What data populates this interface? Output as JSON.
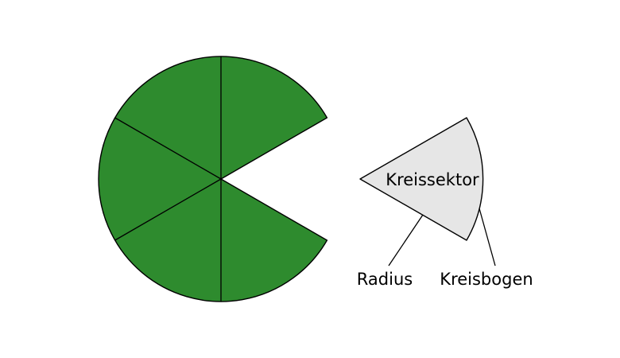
{
  "diagram": {
    "labels": {
      "sector": "Kreissektor",
      "radius": "Radius",
      "arc": "Kreisbogen"
    },
    "colors": {
      "circle_fill": "#2e8b2e",
      "sector_fill": "#e6e6e6",
      "stroke": "#000000"
    },
    "circle": {
      "sectors_shown": 5,
      "sectors_total": 6,
      "sector_angle_deg": 60
    }
  }
}
